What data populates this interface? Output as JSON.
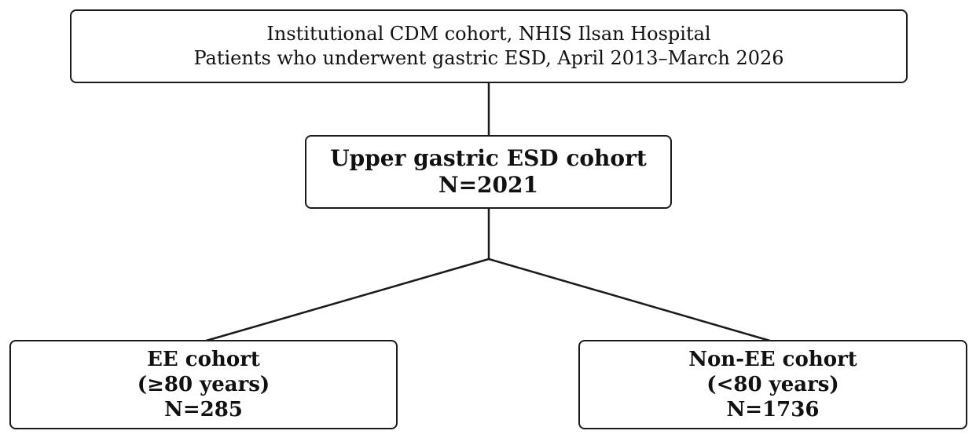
{
  "source_cohort": {
    "line1": "Institutional CDM cohort, NHIS Ilsan Hospital",
    "line2": "Patients who underwent gastric ESD, April 2013–March 2026"
  },
  "upper_cohort": {
    "title": "Upper gastric ESD cohort",
    "count": "N=2021"
  },
  "ee_cohort": {
    "title": "EE cohort",
    "criterion": "(≥80 years)",
    "count": "N=285"
  },
  "non_ee_cohort": {
    "title": "Non-EE cohort",
    "criterion": "(<80 years)",
    "count": "N=1736"
  },
  "colors": {
    "stroke": "#1a1a1a",
    "background": "#ffffff"
  }
}
